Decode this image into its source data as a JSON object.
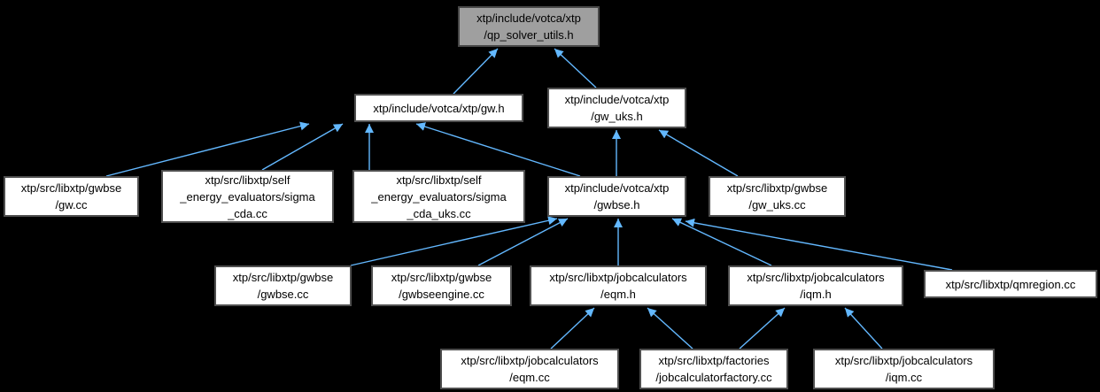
{
  "diagram": {
    "kind": "doxygen-include-dependency-graph",
    "colors": {
      "background": "#000000",
      "edge": "#63b8ff",
      "node_fill": "#ffffff",
      "node_border": "#4f4f4f",
      "root_fill": "#9f9f9f",
      "text": "#000000"
    },
    "nodes": {
      "qp_solver_utils_h": {
        "label": "xtp/include/votca/xtp\n/qp_solver_utils.h"
      },
      "gw_h": {
        "label": "xtp/include/votca/xtp/gw.h"
      },
      "gw_uks_h": {
        "label": "xtp/include/votca/xtp\n/gw_uks.h"
      },
      "gw_cc": {
        "label": "xtp/src/libxtp/gwbse\n/gw.cc"
      },
      "sigma_cda_cc": {
        "label": "xtp/src/libxtp/self\n_energy_evaluators/sigma\n_cda.cc"
      },
      "sigma_cda_uks_cc": {
        "label": "xtp/src/libxtp/self\n_energy_evaluators/sigma\n_cda_uks.cc"
      },
      "gwbse_h": {
        "label": "xtp/include/votca/xtp\n/gwbse.h"
      },
      "gw_uks_cc": {
        "label": "xtp/src/libxtp/gwbse\n/gw_uks.cc"
      },
      "gwbse_cc": {
        "label": "xtp/src/libxtp/gwbse\n/gwbse.cc"
      },
      "gwbseengine_cc": {
        "label": "xtp/src/libxtp/gwbse\n/gwbseengine.cc"
      },
      "eqm_h": {
        "label": "xtp/src/libxtp/jobcalculators\n/eqm.h"
      },
      "iqm_h": {
        "label": "xtp/src/libxtp/jobcalculators\n/iqm.h"
      },
      "qmregion_cc": {
        "label": "xtp/src/libxtp/qmregion.cc"
      },
      "eqm_cc": {
        "label": "xtp/src/libxtp/jobcalculators\n/eqm.cc"
      },
      "jobcalculatorfactory_cc": {
        "label": "xtp/src/libxtp/factories\n/jobcalculatorfactory.cc"
      },
      "iqm_cc": {
        "label": "xtp/src/libxtp/jobcalculators\n/iqm.cc"
      }
    },
    "edges": [
      {
        "from": "gw_h",
        "to": "qp_solver_utils_h"
      },
      {
        "from": "gw_uks_h",
        "to": "qp_solver_utils_h"
      },
      {
        "from": "gw_cc",
        "to": "gw_h"
      },
      {
        "from": "sigma_cda_cc",
        "to": "gw_h"
      },
      {
        "from": "sigma_cda_uks_cc",
        "to": "gw_h"
      },
      {
        "from": "gwbse_h",
        "to": "gw_h"
      },
      {
        "from": "gwbse_h",
        "to": "gw_uks_h"
      },
      {
        "from": "gw_uks_cc",
        "to": "gw_uks_h"
      },
      {
        "from": "gwbse_cc",
        "to": "gwbse_h"
      },
      {
        "from": "gwbseengine_cc",
        "to": "gwbse_h"
      },
      {
        "from": "eqm_h",
        "to": "gwbse_h"
      },
      {
        "from": "iqm_h",
        "to": "gwbse_h"
      },
      {
        "from": "qmregion_cc",
        "to": "gwbse_h"
      },
      {
        "from": "eqm_cc",
        "to": "eqm_h"
      },
      {
        "from": "jobcalculatorfactory_cc",
        "to": "eqm_h"
      },
      {
        "from": "jobcalculatorfactory_cc",
        "to": "iqm_h"
      },
      {
        "from": "iqm_cc",
        "to": "iqm_h"
      }
    ]
  }
}
